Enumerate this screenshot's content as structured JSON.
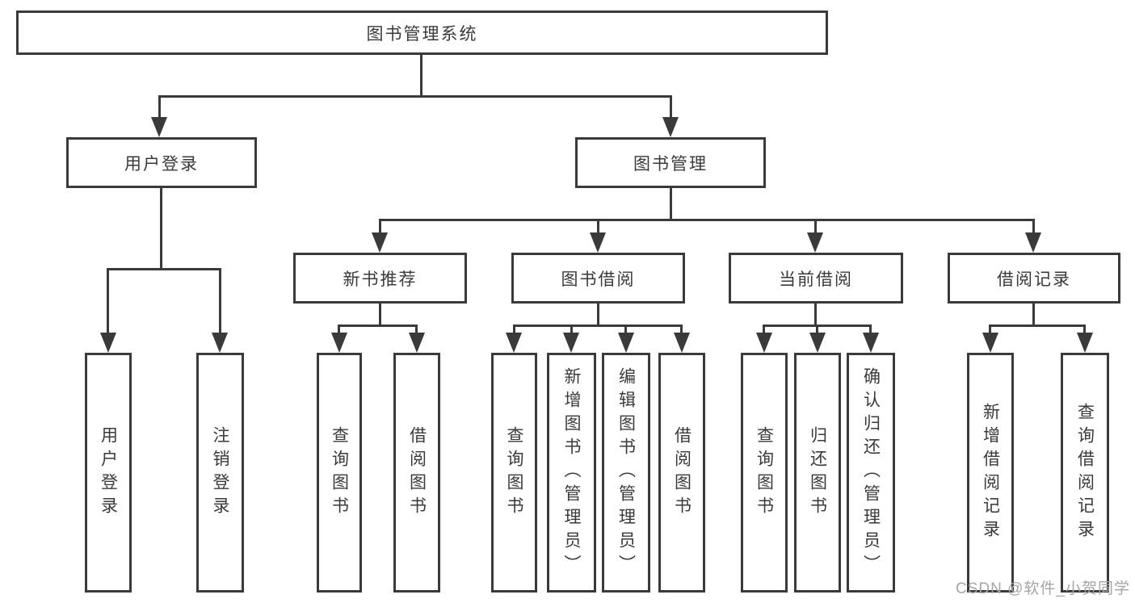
{
  "diagram": {
    "root": "图书管理系统",
    "branches": [
      {
        "label": "用户登录",
        "children": [
          "用户登录",
          "注销登录"
        ]
      },
      {
        "label": "图书管理",
        "sections": [
          {
            "label": "新书推荐",
            "children": [
              "查询图书",
              "借阅图书"
            ]
          },
          {
            "label": "图书借阅",
            "children": [
              "查询图书",
              "新增图书（管理员）",
              "编辑图书（管理员）",
              "借阅图书"
            ]
          },
          {
            "label": "当前借阅",
            "children": [
              "查询图书",
              "归还图书",
              "确认归还（管理员）"
            ]
          },
          {
            "label": "借阅记录",
            "children": [
              "新增借阅记录",
              "查询借阅记录"
            ]
          }
        ]
      }
    ]
  },
  "watermark": "CSDN @软件_小贺同学",
  "colors": {
    "line": "#3a3a3a",
    "text": "#3a3a3a",
    "watermark": "#a5a5a5",
    "background": "#ffffff"
  }
}
